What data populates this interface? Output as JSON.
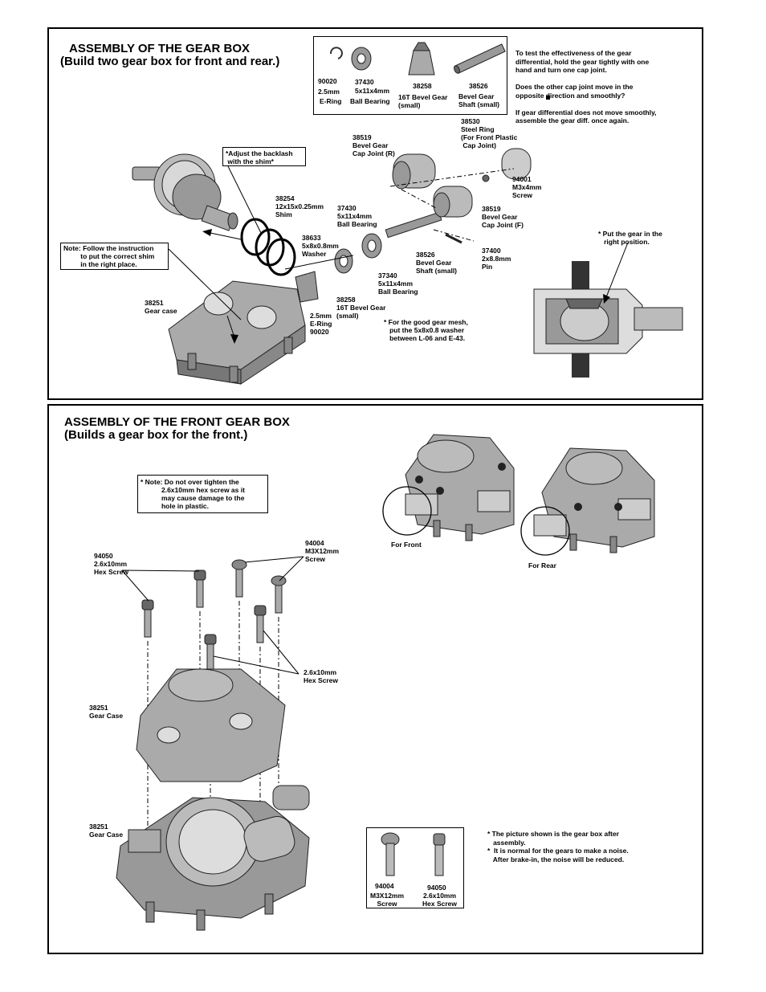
{
  "gearbox": {
    "title": "ASSEMBLY OF THE GEAR BOX",
    "subtitle": "(Build  two gear box for front and rear.)",
    "parts_box": [
      {
        "code": "90020",
        "size": "2.5mm",
        "name": "E-Ring"
      },
      {
        "code": "37430",
        "size": "5x11x4mm",
        "name": "Ball Bearing"
      },
      {
        "code": "38258",
        "size": "",
        "name": "16T Bevel Gear\n(small)"
      },
      {
        "code": "38526",
        "size": "",
        "name": "Bevel Gear\nShaft (small)"
      }
    ],
    "test_note": "To test the effectiveness of the gear\ndifferential, hold the gear tightly with one\nhand and turn one cap joint.\n\nDoes the other cap joint move in the\nopposite direction and smoothly?\n\nIf gear differential does not move smoothly,\nassemble the gear diff. once again.",
    "labels": {
      "steel_ring": "38530\nSteel Ring\n(For Front Plastic\n Cap Joint)",
      "cap_joint_r": "38519\nBevel Gear\nCap Joint (R)",
      "backlash": "*Adjust the backlash\n with the shim*",
      "screw_94001": "94001\nM3x4mm\nScrew",
      "shim": "38254\n12x15x0.25mm\nShim",
      "bearing_37430": "37430\n5x11x4mm\nBall Bearing",
      "cap_joint_f": "38519\nBevel Gear\nCap Joint (F)",
      "washer": "38633\n5x8x0.8mm\nWasher",
      "put_gear": "* Put the gear in the\n   right position.",
      "note_shim": "Note: Follow the instruction\n         to put the correct shim\n         in the right place.",
      "pin": "37400\n2x8.8mm\nPin",
      "shaft_small": "38526\nBevel Gear\nShaft (small)",
      "bearing_37340": "37340\n5x11x4mm\nBall Bearing",
      "gear_case": "38251\nGear case",
      "bevel_gear": "38258\n16T Bevel Gear\n(small)",
      "ering": "2.5mm\nE-Ring\n90020",
      "gear_mesh": "* For the good gear mesh,\n   put the 5x8x0.8 washer\n   between L-06 and E-43."
    }
  },
  "front_gearbox": {
    "title": "ASSEMBLY OF THE FRONT GEAR BOX",
    "subtitle": "(Builds a gear box for the front.)",
    "note_overtighten": "* Note: Do not over tighten the\n           2.6x10mm hex screw as it\n           may cause damage to the\n           hole in plastic.",
    "labels": {
      "for_front": "For Front",
      "for_rear": "For Rear",
      "screw_94004": "94004\nM3X12mm\nScrew",
      "hex_94050": "94050\n2.6x10mm\nHex Screw",
      "hex_2": "2.6x10mm\nHex Screw",
      "gear_case_top": "38251\nGear Case",
      "gear_case_bottom": "38251\nGear Case"
    },
    "parts_box": [
      {
        "code": "94004",
        "name": "M3X12mm\nScrew"
      },
      {
        "code": "94050",
        "name": "2.6x10mm\nHex Screw"
      }
    ],
    "after_note": "* The picture shown is the gear box after\n   assembly.\n*  It is normal for the gears to make a noise.\n   After brake-in, the noise will be reduced."
  }
}
